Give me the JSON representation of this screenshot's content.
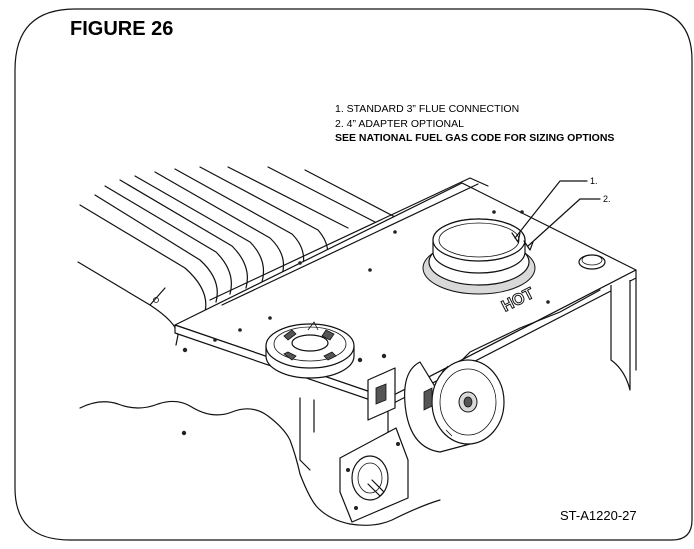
{
  "figure": {
    "title": "FIGURE 26",
    "notes": [
      "1. STANDARD 3” FLUE CONNECTION",
      "2. 4” ADAPTER OPTIONAL"
    ],
    "note_bold": "SEE NATIONAL FUEL GAS CODE FOR SIZING OPTIONS",
    "callout_1": "1.",
    "callout_2": "2.",
    "hot_label": "HOT",
    "drawing_code": "ST-A1220-27"
  }
}
